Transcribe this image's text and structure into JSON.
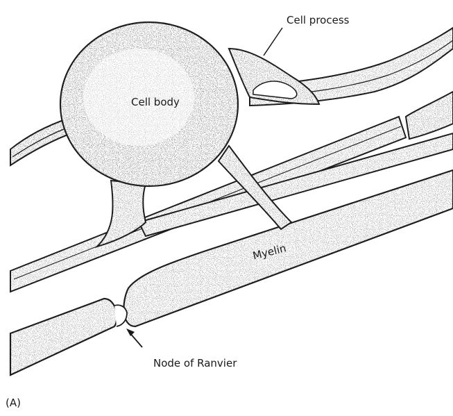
{
  "labels": {
    "cell_process": "Cell process",
    "cell_body": "Cell body",
    "myelin": "Myelin",
    "node_of_ranvier": "Node of Ranvier",
    "panel": "(A)"
  },
  "colors": {
    "ink": "#1a1a1a",
    "stipple": "#3a3a3a",
    "fill": "#ffffff"
  }
}
